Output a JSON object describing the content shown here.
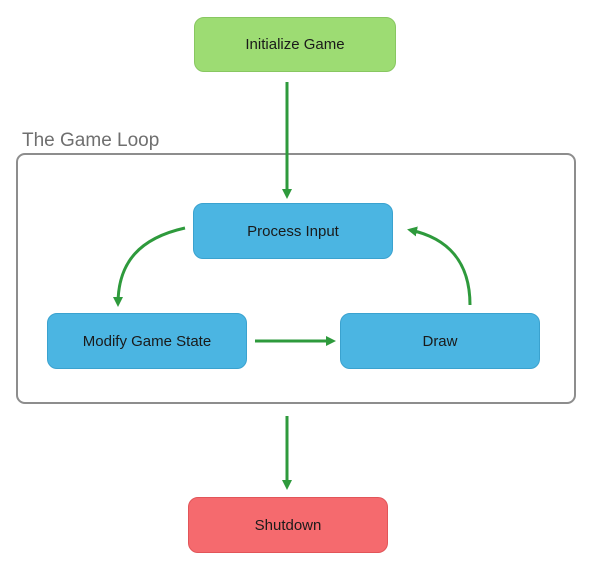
{
  "diagram": {
    "loop_group": {
      "title": "The Game Loop"
    },
    "nodes": {
      "initialize": "Initialize Game",
      "process_input": "Process Input",
      "modify_state": "Modify Game State",
      "draw": "Draw",
      "shutdown": "Shutdown"
    },
    "edges": [
      {
        "from": "Initialize Game",
        "to": "Process Input"
      },
      {
        "from": "Process Input",
        "to": "Modify Game State"
      },
      {
        "from": "Modify Game State",
        "to": "Draw"
      },
      {
        "from": "Draw",
        "to": "Process Input"
      },
      {
        "from": "The Game Loop",
        "to": "Shutdown"
      }
    ],
    "colors": {
      "start_node": "#9ddc73",
      "loop_node": "#4bb5e2",
      "end_node": "#f56a6e",
      "arrow": "#2e9a3c",
      "loop_border": "#8d8d8d"
    }
  }
}
